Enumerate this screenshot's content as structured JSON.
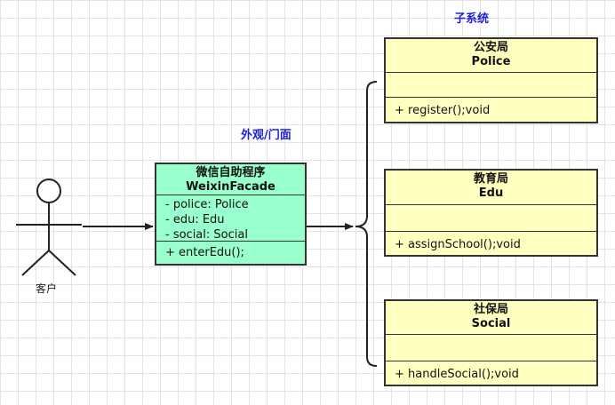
{
  "labels": {
    "subsystem": "子系统",
    "facade": "外观/门面",
    "client": "客户"
  },
  "facade_class": {
    "name_cn": "微信自助程序",
    "name_en": "WeixinFacade",
    "attributes": [
      "- police: Police",
      "- edu: Edu",
      "- social: Social"
    ],
    "methods": [
      "+ enterEdu();"
    ]
  },
  "subsystems": [
    {
      "name_cn": "公安局",
      "name_en": "Police",
      "method": "+ register();void"
    },
    {
      "name_cn": "教育局",
      "name_en": "Edu",
      "method": "+ assignSchool();void"
    },
    {
      "name_cn": "社保局",
      "name_en": "Social",
      "method": "+ handleSocial();void"
    }
  ],
  "colors": {
    "facade_fill": "#99ffcc",
    "subsystem_fill": "#ffffc0",
    "label_blue": "#1f1fd9"
  }
}
